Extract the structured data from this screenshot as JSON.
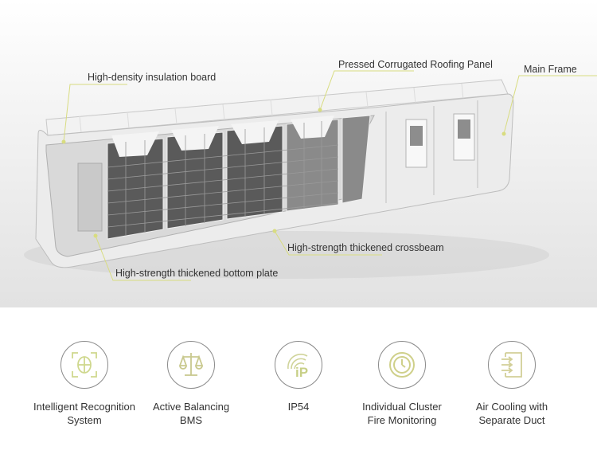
{
  "callouts": {
    "insulation": "High-density insulation board",
    "roofing": "Pressed Corrugated Roofing Panel",
    "frame": "Main Frame",
    "crossbeam": "High-strength thickened crossbeam",
    "bottom_plate": "High-strength thickened bottom plate"
  },
  "features": [
    {
      "line1": "Intelligent Recognition",
      "line2": "System",
      "icon": "recognition-icon"
    },
    {
      "line1": "Active Balancing",
      "line2": "BMS",
      "icon": "scale-icon"
    },
    {
      "line1": "IP54",
      "line2": "",
      "icon": "ip-icon"
    },
    {
      "line1": "Individual Cluster",
      "line2": "Fire Monitoring",
      "icon": "gauge-icon"
    },
    {
      "line1": "Air Cooling with",
      "line2": "Separate Duct",
      "icon": "duct-icon"
    }
  ],
  "colors": {
    "accent": "#c9cf8a",
    "leader": "#d8dc80"
  }
}
